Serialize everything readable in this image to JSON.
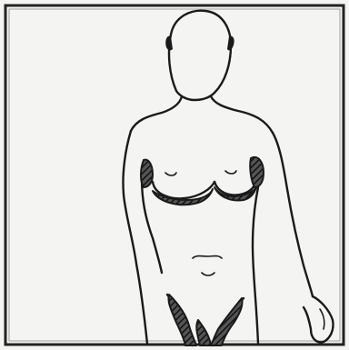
{
  "figure": {
    "subject": "front-view-female-figure",
    "shaded_regions": [
      "axilla-left",
      "axilla-right",
      "inframammary-left",
      "inframammary-right",
      "groin-left",
      "groin-right"
    ],
    "colors": {
      "ink": "#1a1a1a",
      "paper": "#f4f4f2",
      "frame": "#222222"
    }
  }
}
